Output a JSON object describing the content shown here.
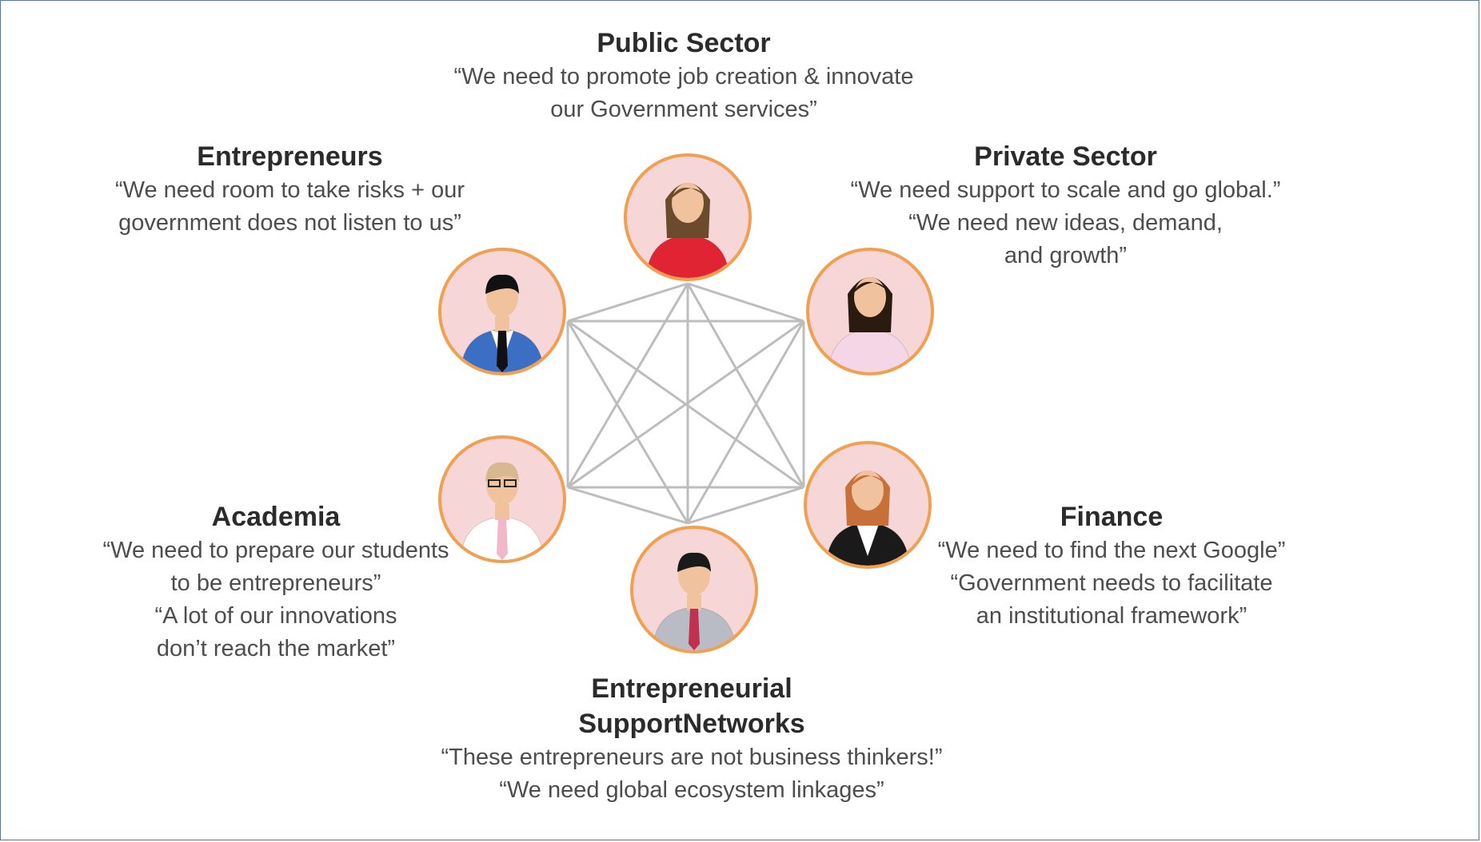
{
  "colors": {
    "node_fill": "#f6d6d6",
    "node_ring": "#f0a050",
    "connector": "#bdbdbd",
    "frame": "#4a7ab5",
    "skin": "#f0c39e"
  },
  "stakeholders": [
    {
      "key": "public_sector",
      "title_lines": [
        "Public Sector"
      ],
      "quote_lines": [
        "“We need to promote job creation & innovate",
        "our Government services”"
      ],
      "icon": "woman-red-top-icon"
    },
    {
      "key": "private_sector",
      "title_lines": [
        "Private Sector"
      ],
      "quote_lines": [
        "“We need support to scale and go global.”",
        "“We need new ideas, demand,",
        "and growth”"
      ],
      "icon": "woman-ponytail-icon"
    },
    {
      "key": "finance",
      "title_lines": [
        "Finance"
      ],
      "quote_lines": [
        "“We need to find the next Google”",
        "“Government needs to facilitate",
        "an institutional framework”"
      ],
      "icon": "woman-blazer-icon"
    },
    {
      "key": "support_networks",
      "title_lines": [
        "Entrepreneurial",
        "SupportNetworks"
      ],
      "quote_lines": [
        "“These entrepreneurs are not business thinkers!”",
        "“We need global ecosystem linkages”"
      ],
      "icon": "man-gray-shirt-icon"
    },
    {
      "key": "academia",
      "title_lines": [
        "Academia"
      ],
      "quote_lines": [
        "“We need to prepare our students",
        "to be entrepreneurs”",
        "“A lot of our innovations",
        "don’t reach the market”"
      ],
      "icon": "man-glasses-icon"
    },
    {
      "key": "entrepreneurs",
      "title_lines": [
        "Entrepreneurs"
      ],
      "quote_lines": [
        "“We need room to take risks + our",
        "government does not listen to us”"
      ],
      "icon": "man-suit-tie-icon"
    }
  ]
}
